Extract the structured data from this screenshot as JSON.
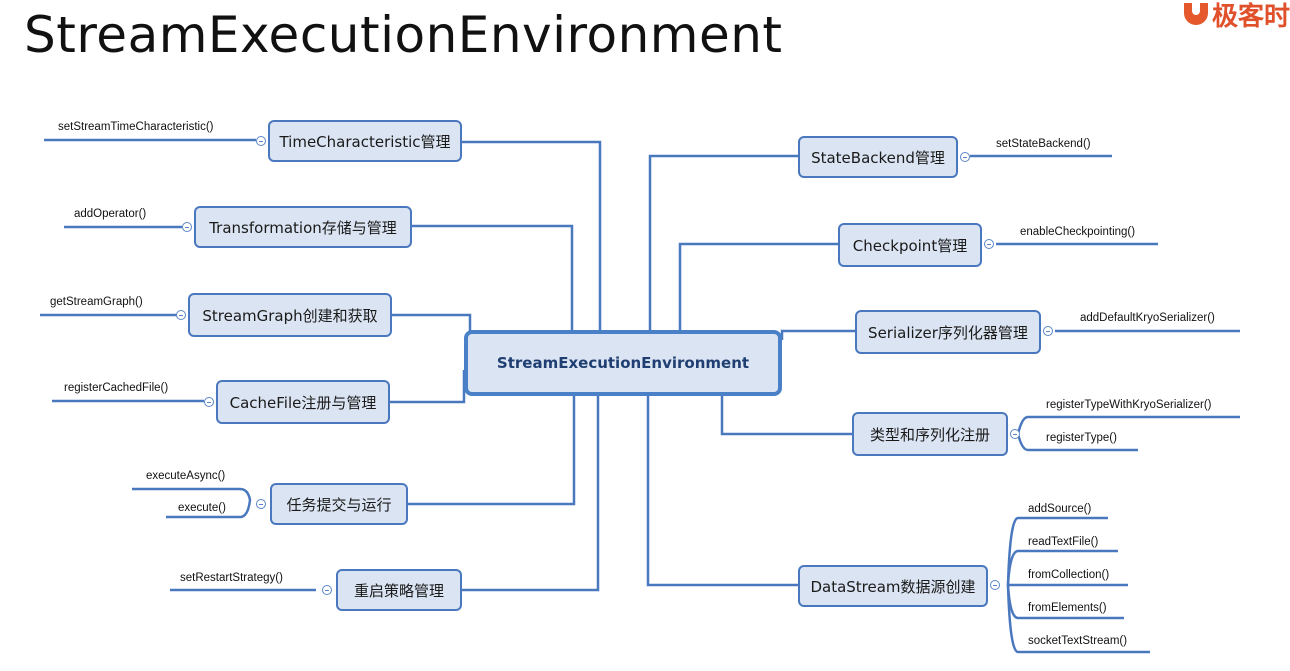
{
  "page": {
    "title": "StreamExecutionEnvironment",
    "logo_text": "极客时"
  },
  "center": {
    "label": "StreamExecutionEnvironment"
  },
  "left_branches": [
    {
      "label": "TimeCharacteristic管理",
      "methods": [
        "setStreamTimeCharacteristic()"
      ]
    },
    {
      "label": "Transformation存储与管理",
      "methods": [
        "addOperator()"
      ]
    },
    {
      "label": "StreamGraph创建和获取",
      "methods": [
        "getStreamGraph()"
      ]
    },
    {
      "label": "CacheFile注册与管理",
      "methods": [
        "registerCachedFile()"
      ]
    },
    {
      "label": "任务提交与运行",
      "methods": [
        "executeAsync()",
        "execute()"
      ]
    },
    {
      "label": "重启策略管理",
      "methods": [
        "setRestartStrategy()"
      ]
    }
  ],
  "right_branches": [
    {
      "label": "StateBackend管理",
      "methods": [
        "setStateBackend()"
      ]
    },
    {
      "label": "Checkpoint管理",
      "methods": [
        "enableCheckpointing()"
      ]
    },
    {
      "label": "Serializer序列化器管理",
      "methods": [
        "addDefaultKryoSerializer()"
      ]
    },
    {
      "label": "类型和序列化注册",
      "methods": [
        "registerTypeWithKryoSerializer()",
        "registerType()"
      ]
    },
    {
      "label": "DataStream数据源创建",
      "methods": [
        "addSource()",
        "readTextFile()",
        "fromCollection()",
        "fromElements()",
        "socketTextStream()"
      ]
    }
  ],
  "colors": {
    "line": "#4a78bf",
    "node_fill": "#dbe4f2",
    "node_border": "#4a78bf",
    "logo": "#e0502a"
  },
  "icons": {
    "toggle": "collapse-minus-icon",
    "logo": "geektime-logo-icon"
  }
}
